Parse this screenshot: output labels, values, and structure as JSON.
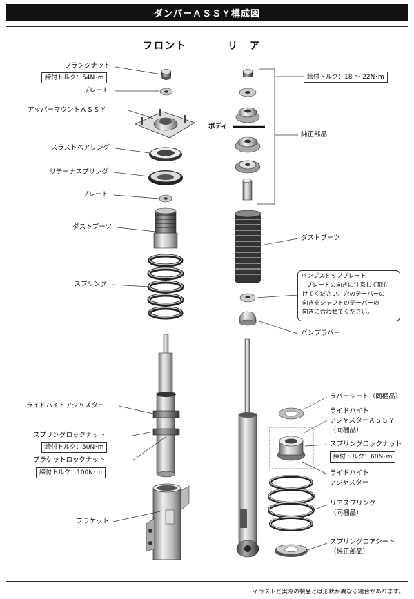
{
  "title": "ダンパーＡＳＳＹ構成図",
  "headers": {
    "front": "フロント",
    "rear": "リ　ア"
  },
  "front": {
    "flange_nut": "フランジナット",
    "flange_torque": "締付トルク：54N･m",
    "plate_top": "プレート",
    "upper_mount": "アッパーマウントＡＳＳＹ",
    "thrust_bearing": "スラストベアリング",
    "retainer_spring": "リテーナスプリング",
    "plate_mid": "プレート",
    "dust_boot": "ダストブーツ",
    "spring": "スプリング",
    "ride_height_adjuster": "ライドハイトアジャスター",
    "spring_lock_nut": "スプリングロックナット",
    "spring_lock_torque": "締付トルク：50N･m",
    "bracket_lock_nut": "ブラケットロックナット",
    "bracket_lock_torque": "締付トルク：100N･m",
    "bracket": "ブラケット"
  },
  "rear": {
    "top_torque": "締付トルク：18 〜 22N･m",
    "body": "ボディ",
    "genuine_parts": "純正部品",
    "dust_boot": "ダストブーツ",
    "bump_stop_plate": "バンプストッププレート",
    "bump_stop_note": [
      "プレートの向きに注意して取付",
      "けてください。穴のテーパーの",
      "向きをシャフトのテーパーの",
      "向きに合わせてください。"
    ],
    "bump_rubber": "バンプラバー",
    "rubber_seat": "ラバーシート（同梱品）",
    "rh_adjuster_assy": [
      "ライドハイト",
      "アジャスターＡＳＳＹ",
      "（同梱品）"
    ],
    "spring_lock_nut": "スプリングロックナット",
    "spring_lock_torque": "締付トルク：60N･m",
    "rh_adjuster": [
      "ライドハイト",
      "アジャスター"
    ],
    "rear_spring": [
      "リアスプリング",
      "（同梱品）"
    ],
    "spring_lower_seat": [
      "スプリングロアシート",
      "（純正部品）"
    ]
  },
  "footnote": "イラストと実際の製品とは形状が異なる場合があります。"
}
